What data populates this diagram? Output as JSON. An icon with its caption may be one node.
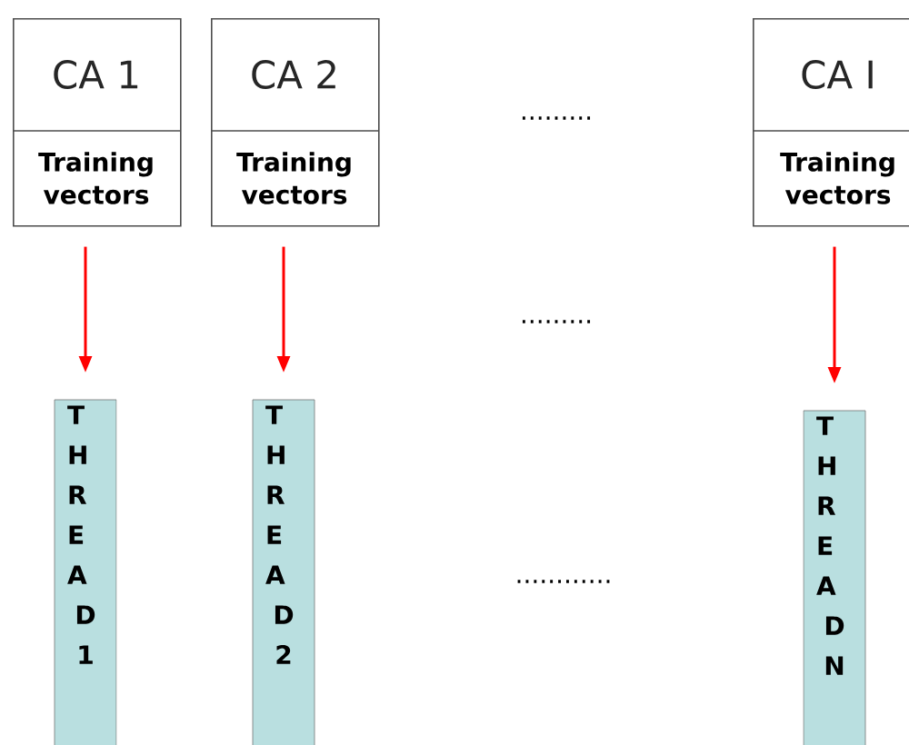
{
  "diagram": {
    "nodes": [
      {
        "text": [
          "CA 1",
          "Training vectors"
        ]
      },
      {
        "text": [
          "CA 2",
          "Training vectors"
        ]
      },
      {
        "text": [
          "CA I",
          "Training vectors"
        ]
      },
      {
        "text": [
          "THREAD 1"
        ]
      },
      {
        "text": [
          "THREAD 2"
        ]
      },
      {
        "text": [
          "THREAD N"
        ]
      }
    ],
    "edges": [
      {
        "from": 0,
        "to": 3,
        "arrow": "to"
      },
      {
        "from": 1,
        "to": 4,
        "arrow": "to"
      },
      {
        "from": 2,
        "to": 5,
        "arrow": "to"
      }
    ],
    "labels": [
      ".........",
      ".........",
      "............"
    ]
  }
}
